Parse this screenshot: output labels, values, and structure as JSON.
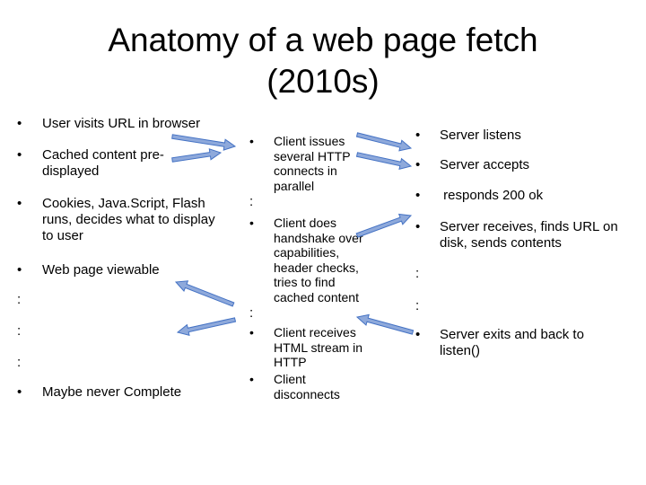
{
  "slide": {
    "title_line1": "Anatomy of a web page fetch",
    "title_line2": "(2010s)",
    "bullet": "•",
    "colon": ":",
    "browser": [
      "User visits URL in browser",
      "Cached content pre-displayed",
      "Cookies, Java.Script, Flash runs, decides what to display to user",
      "Web page viewable",
      "Maybe never Complete"
    ],
    "client": [
      "Client issues several HTTP connects in parallel",
      "Client does handshake over capabilities, header checks, tries to find cached content",
      "Client receives HTML stream in HTTP",
      "Client disconnects"
    ],
    "server": [
      "Server listens",
      "Server accepts",
      " responds 200 ok",
      "Server receives, finds URL on disk, sends contents",
      "Server exits and back to listen()"
    ],
    "colors": {
      "arrow_fill": "#8EA9DB",
      "arrow_stroke": "#4472C4",
      "text": "#000000"
    }
  }
}
